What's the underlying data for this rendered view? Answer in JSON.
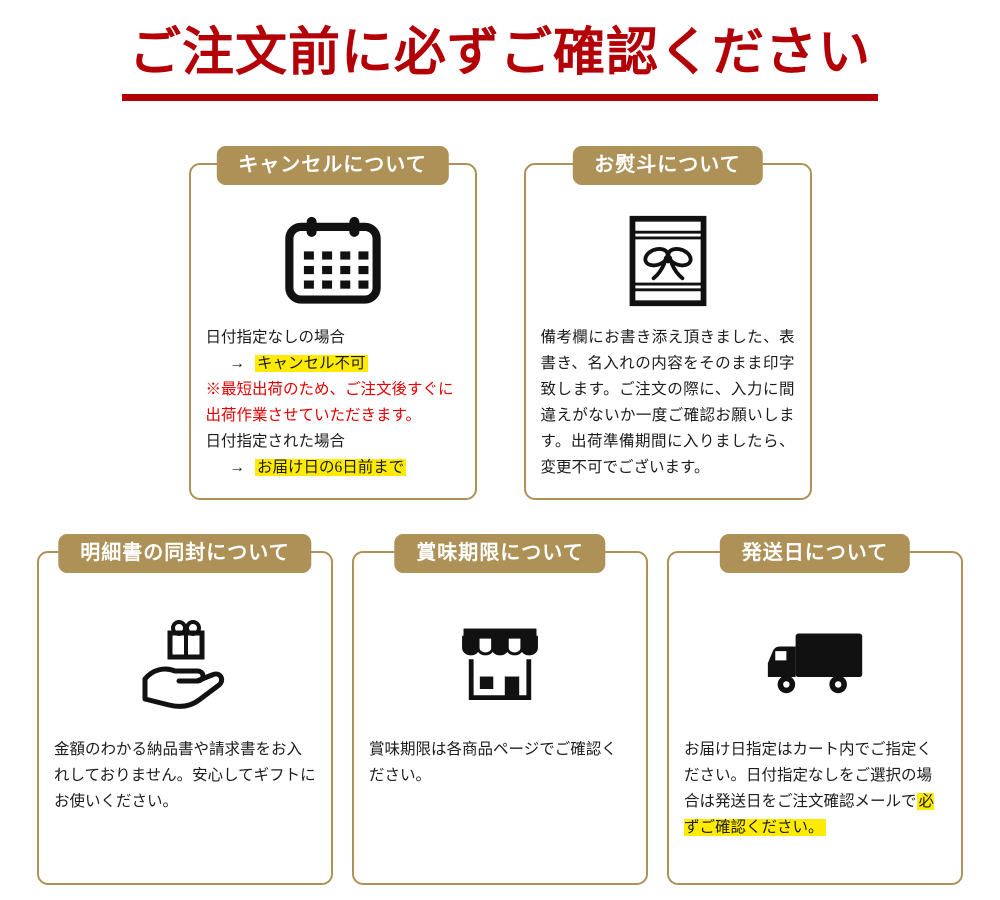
{
  "page": {
    "title": "ご注文前に必ずご確認ください"
  },
  "colors": {
    "accent_red": "#b20006",
    "gold_border": "#ae9157",
    "highlight_yellow": "#ffeb00",
    "warning_red": "#e60000"
  },
  "cards": {
    "cancel": {
      "badge": "キャンセルについて",
      "icon": "calendar-icon",
      "line_no_date": "日付指定なしの場合",
      "arrow": "→",
      "no_date_result": "キャンセル不可",
      "warning": "※最短出荷のため、ご注文後すぐに出荷作業させていただきます。",
      "line_dated": "日付指定された場合",
      "dated_result": "お届け日の6日前まで"
    },
    "noshi": {
      "badge": "お熨斗について",
      "icon": "noshi-gift-icon",
      "body": "備考欄にお書き添え頂きました、表書き、名入れの内容をそのまま印字致します。ご注文の際に、入力に間違えがないか一度ご確認お願いします。出荷準備期間に入りましたら、変更不可でございます。"
    },
    "statement": {
      "badge": "明細書の同封について",
      "icon": "gift-in-hand-icon",
      "body": "金額のわかる納品書や請求書をお入れしておりません。安心してギフトにお使いください。"
    },
    "expiry": {
      "badge": "賞味期限について",
      "icon": "storefront-icon",
      "body": "賞味期限は各商品ページでご確認ください。"
    },
    "shipping": {
      "badge": "発送日について",
      "icon": "delivery-truck-icon",
      "body_start": "お届け日指定はカート内でご指定ください。日付指定なしをご選択の場合は発送日をご注文確認メールで",
      "body_highlight": "必ずご確認ください。"
    }
  }
}
